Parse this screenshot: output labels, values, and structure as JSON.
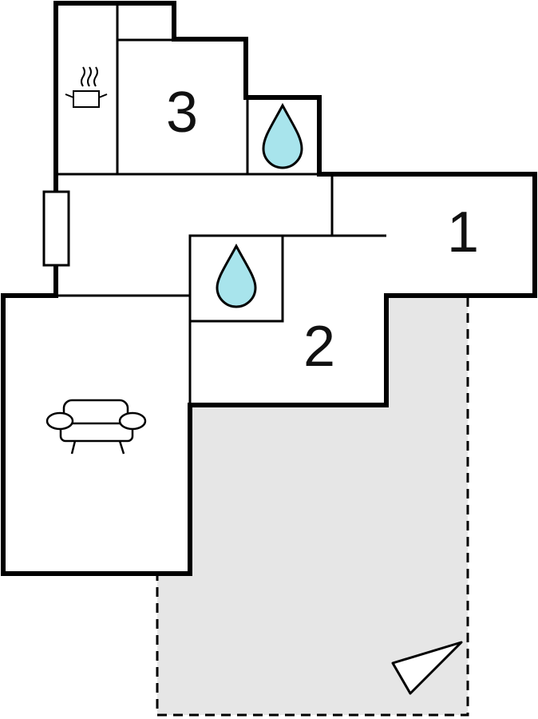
{
  "floorplan": {
    "rooms": [
      {
        "label": "1"
      },
      {
        "label": "2"
      },
      {
        "label": "3"
      }
    ],
    "icons": {
      "kitchen": "cooking-pot-icon",
      "bathroom": "water-drop-icon",
      "living": "sofa-icon",
      "north": "compass-arrow-icon"
    },
    "colors": {
      "wall": "#000000",
      "terrace": "#e6e6e6",
      "water": "#a8e4ec",
      "background": "#ffffff"
    }
  }
}
